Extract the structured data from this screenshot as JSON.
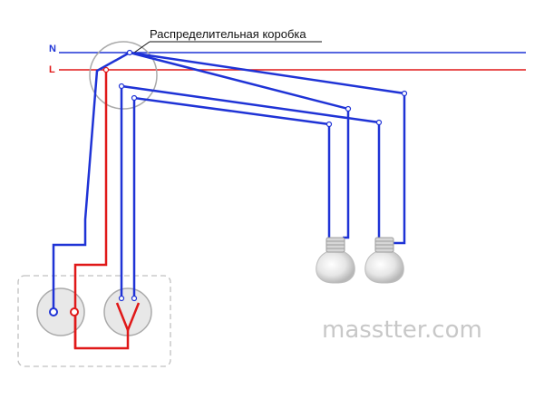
{
  "labels": {
    "neutral": "N",
    "line": "L",
    "junction_box": "Распределительная коробка",
    "watermark": "masstter.com"
  },
  "colors": {
    "neutral_wire": "#1f33d6",
    "phase_wire": "#e01818",
    "outline": "#aaaaaa",
    "lamp_glass": "#d8d8d8",
    "watermark": "#c8c8c8"
  },
  "components": {
    "junction_box": "junction-box",
    "socket": "power-socket",
    "switch": "double-switch",
    "lamps": [
      "lamp-1",
      "lamp-2"
    ]
  }
}
